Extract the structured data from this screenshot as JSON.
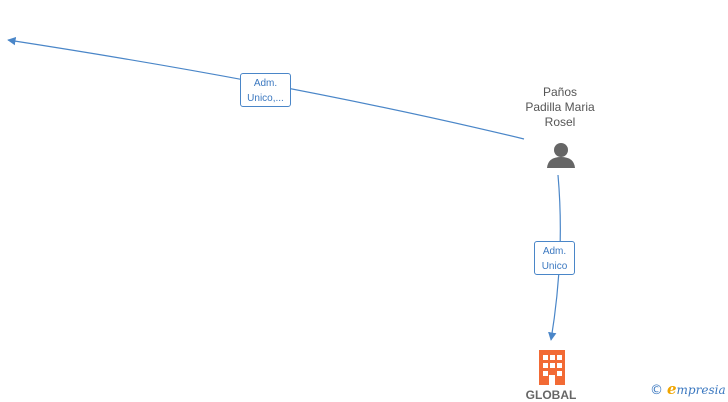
{
  "colors": {
    "edge": "#4a86c8",
    "person_icon": "#666666",
    "company_icon": "#f26a35",
    "brand_e": "#f0a500"
  },
  "nodes": {
    "person": {
      "name_lines": [
        "Paños",
        "Padilla Maria",
        "Rosel"
      ],
      "icon": "person-icon"
    },
    "company": {
      "name": "GLOBAL",
      "icon": "building-icon"
    }
  },
  "edges": [
    {
      "label_lines": [
        "Adm.",
        "Unico,..."
      ]
    },
    {
      "label_lines": [
        "Adm.",
        "Unico"
      ]
    }
  ],
  "footer": {
    "copyright_symbol": "©",
    "brand_first": "e",
    "brand_rest": "mpresia"
  }
}
